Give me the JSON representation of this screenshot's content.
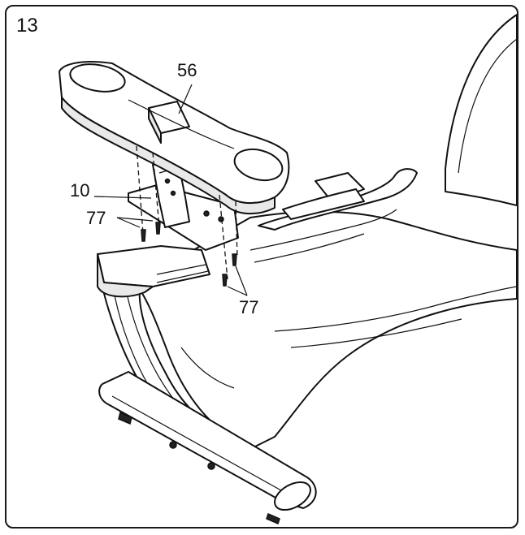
{
  "step_number": "13",
  "callouts": {
    "console_part": "56",
    "bracket_part": "10",
    "screw_part_left": "77",
    "screw_part_right": "77"
  },
  "colors": {
    "line": "#111111",
    "background": "#ffffff",
    "shade": "#e9e9e9"
  }
}
